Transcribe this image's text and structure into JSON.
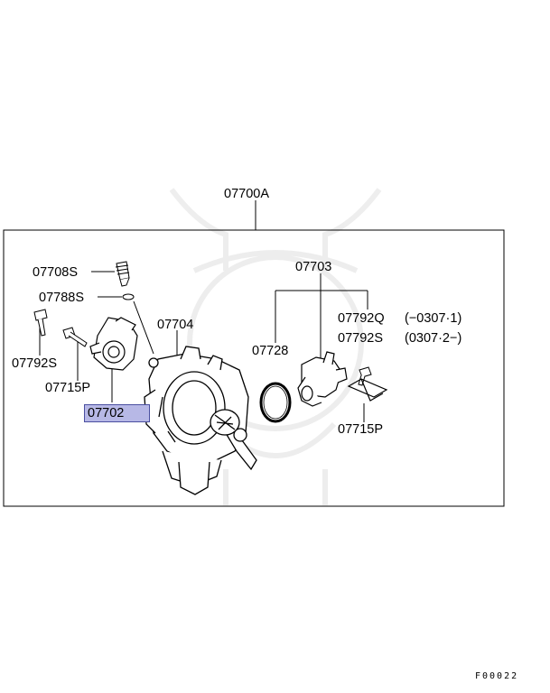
{
  "assembly_label": "07700A",
  "labels": {
    "p07703": "07703",
    "p07708S": "07708S",
    "p07788S": "07788S",
    "p07704": "07704",
    "p07792Q": "07792Q",
    "p07792Q_note": "(−0307·1)",
    "p07792S_right": "07792S",
    "p07792S_right_note": "(0307·2−)",
    "p07728": "07728",
    "p07792S_left": "07792S",
    "p07715P_left": "07715P",
    "p07702": "07702",
    "p07715P_right": "07715P"
  },
  "figure_code": "F00022"
}
